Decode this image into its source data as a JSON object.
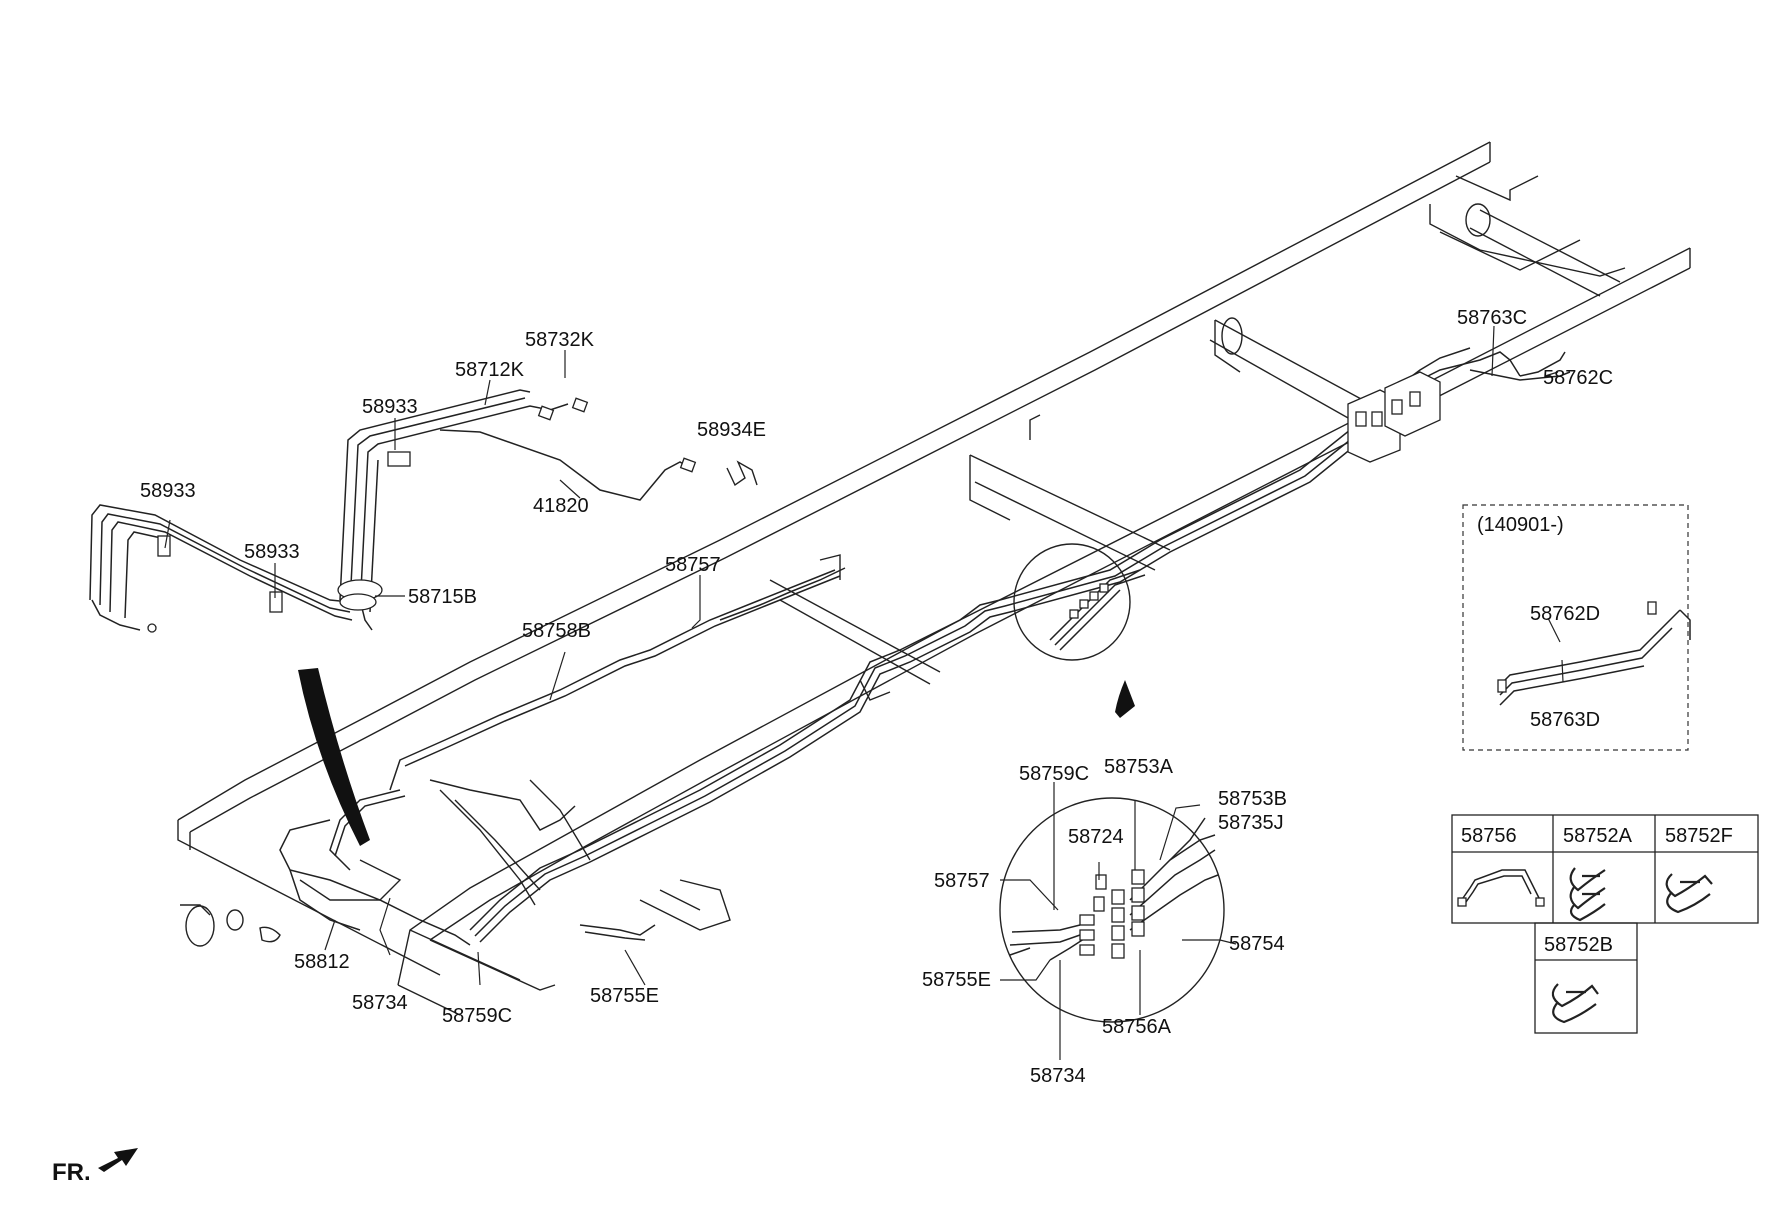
{
  "colors": {
    "line": "#222222",
    "background": "#ffffff"
  },
  "front_marker": {
    "text": "FR."
  },
  "inset_date": {
    "text": "(140901-)"
  },
  "callouts": {
    "c58732K": "58732K",
    "c58712K": "58712K",
    "c58933_top": "58933",
    "c58933_left": "58933",
    "c58933_mid": "58933",
    "c58934E": "58934E",
    "c41820": "41820",
    "c58715B": "58715B",
    "c58757_main": "58757",
    "c58758B": "58758B",
    "c58763C": "58763C",
    "c58762C": "58762C",
    "c58762D": "58762D",
    "c58763D": "58763D",
    "c58812": "58812",
    "c58734_main": "58734",
    "c58759C_main": "58759C",
    "c58755E_main": "58755E",
    "c58759C_detail": "58759C",
    "c58753A": "58753A",
    "c58753B": "58753B",
    "c58735J": "58735J",
    "c58724": "58724",
    "c58757_detail": "58757",
    "c58754": "58754",
    "c58755E_detail": "58755E",
    "c58756A": "58756A",
    "c58734_detail": "58734"
  },
  "parts_table": {
    "cells": [
      {
        "label": "58756",
        "icon": "bent-pipe-icon"
      },
      {
        "label": "58752A",
        "icon": "triple-clip-icon"
      },
      {
        "label": "58752F",
        "icon": "double-clip-icon"
      },
      {
        "label": "58752B",
        "icon": "double-clip-icon"
      }
    ]
  }
}
